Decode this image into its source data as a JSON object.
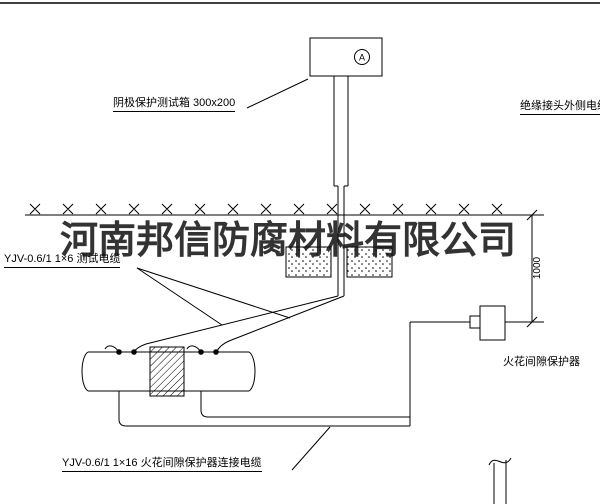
{
  "watermark": "河南邦信防腐材料有限公司",
  "labels": {
    "test_box": "阴极保护测试箱 300x200",
    "outer_cable": "绝缘接头外侧电缆",
    "test_cable": "YJV-0.6/1 1×6  测试电缆",
    "spark_gap": "火花间隙保护器",
    "spark_cable": "YJV-0.6/1 1×16  火花间隙保护器连接电缆",
    "dimension_1000": "1000",
    "ammeter": "A"
  },
  "colors": {
    "line": "#000000",
    "background": "#ffffff",
    "watermark": "#1a1a1a"
  }
}
